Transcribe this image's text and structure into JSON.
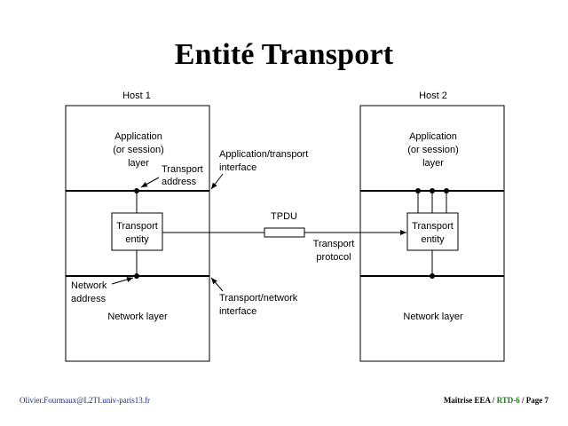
{
  "slide": {
    "title": "Entité Transport"
  },
  "diagram": {
    "host1": {
      "label": "Host 1",
      "app_layer": [
        "Application",
        "(or session)",
        "layer"
      ],
      "transport_entity": [
        "Transport",
        "entity"
      ],
      "network_layer": "Network layer"
    },
    "host2": {
      "label": "Host 2",
      "app_layer": [
        "Application",
        "(or session)",
        "layer"
      ],
      "transport_entity": [
        "Transport",
        "entity"
      ],
      "network_layer": "Network layer"
    },
    "annotations": {
      "transport_address": [
        "Transport",
        "address"
      ],
      "app_transport_interface": [
        "Application/transport",
        "interface"
      ],
      "network_address": [
        "Network",
        "address"
      ],
      "transport_network_interface": [
        "Transport/network",
        "interface"
      ],
      "tpdu": "TPDU",
      "transport_protocol": [
        "Transport",
        "protocol"
      ]
    }
  },
  "footer": {
    "left": "Olivier.Fourmaux@L2TI.univ-paris13.fr",
    "right_a": "Maîtrise EEA /",
    "right_b": "RTD-6",
    "right_c": "/ Page 7"
  }
}
